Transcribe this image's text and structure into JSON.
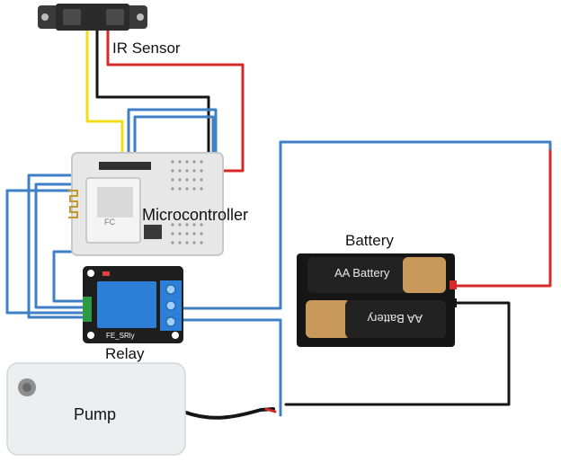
{
  "labels": {
    "ir_sensor": "IR Sensor",
    "microcontroller": "Microcontroller",
    "battery": "Battery",
    "relay": "Relay",
    "pump": "Pump"
  },
  "component_text": {
    "battery_cell": "AA Battery",
    "relay_model": "FE_SRly",
    "mcu_mark": "FC"
  },
  "colors": {
    "wire_red": "#d42a2a",
    "wire_black": "#151515",
    "wire_yellow": "#f2dc1a",
    "wire_blue": "#3f7fc6",
    "wire_green": "#2e9a44",
    "relay_blue": "#2e7fd8",
    "battery_tan": "#c9995b",
    "pump_body": "#eceef0"
  }
}
